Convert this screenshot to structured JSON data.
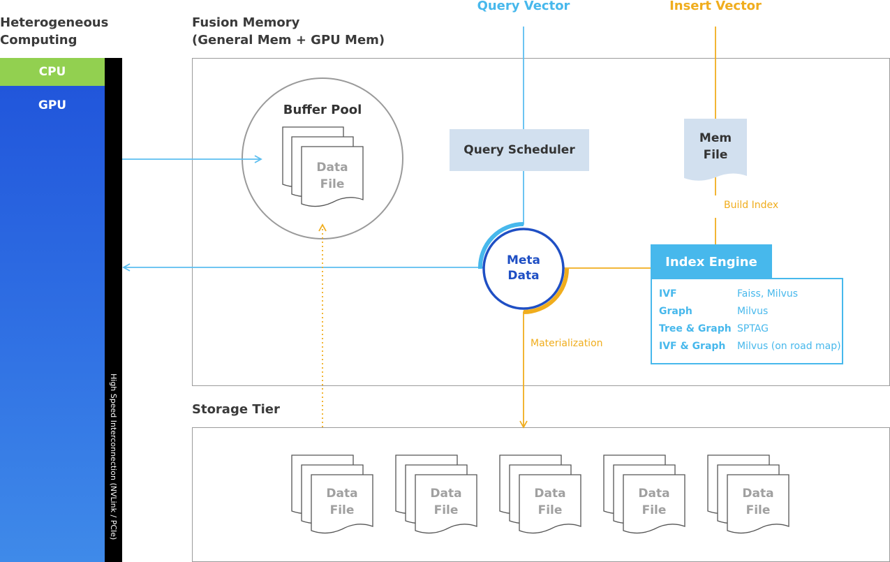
{
  "hetero": {
    "title_line1": "Heterogeneous",
    "title_line2": "Computing",
    "cpu": "CPU",
    "gpu": "GPU"
  },
  "bus_label": "High Speed Interconnection (NVLink / PCIe)",
  "fusion": {
    "title_line1": "Fusion Memory",
    "title_line2": "(General Mem + GPU Mem)"
  },
  "buffer_pool": {
    "title": "Buffer Pool",
    "doc_line1": "Data",
    "doc_line2": "File"
  },
  "query_vector": "Query Vector",
  "insert_vector": "Insert Vector",
  "query_scheduler": "Query Scheduler",
  "mem_file": {
    "line1": "Mem",
    "line2": "File"
  },
  "build_index": "Build Index",
  "meta": {
    "line1": "Meta",
    "line2": "Data"
  },
  "materialization": "Materialization",
  "index_engine": {
    "title": "Index Engine",
    "rows": [
      {
        "type": "IVF",
        "impl": "Faiss, Milvus"
      },
      {
        "type": "Graph",
        "impl": "Milvus"
      },
      {
        "type": "Tree & Graph",
        "impl": "SPTAG"
      },
      {
        "type": "IVF & Graph",
        "impl": "Milvus (on road map)"
      }
    ]
  },
  "storage": {
    "title": "Storage Tier",
    "files": [
      {
        "line1": "Data",
        "line2": "File"
      },
      {
        "line1": "Data",
        "line2": "File"
      },
      {
        "line1": "Data",
        "line2": "File"
      },
      {
        "line1": "Data",
        "line2": "File"
      },
      {
        "line1": "Data",
        "line2": "File"
      }
    ]
  },
  "colors": {
    "blue_line": "#5bbef0",
    "orange_line": "#f0ad1d",
    "meta_ring": "#1f4fc4",
    "cpu": "#92d050",
    "gpu": "#2f6fe3",
    "index_engine": "#47b8ec"
  }
}
